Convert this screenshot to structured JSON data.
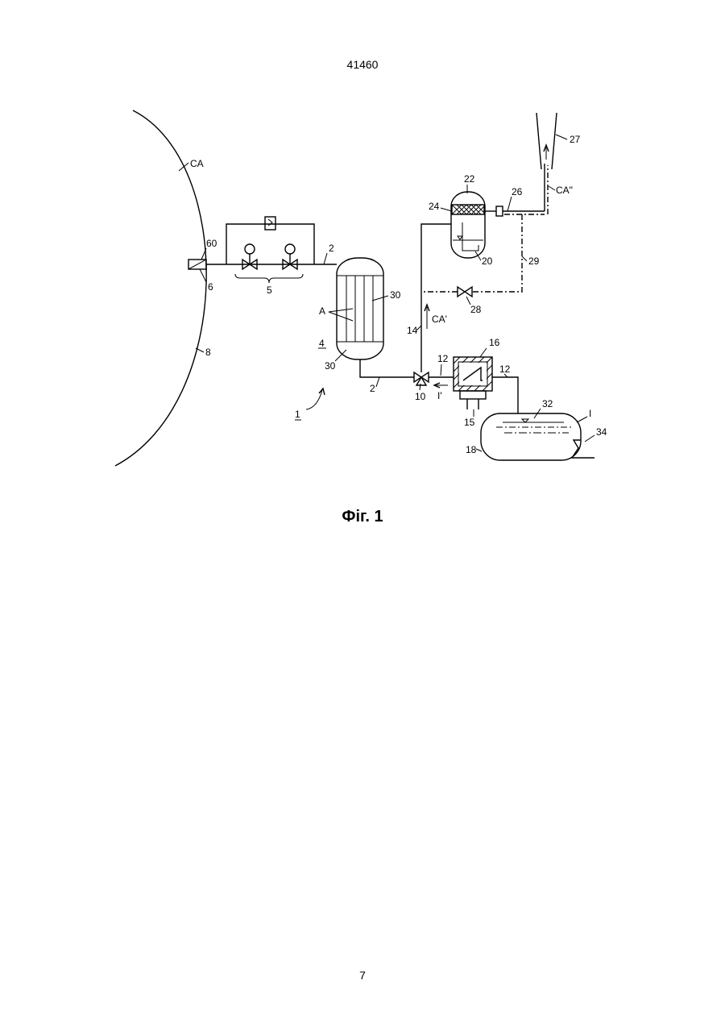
{
  "header": {
    "doc_number": "41460"
  },
  "figure": {
    "caption": "Фіг. 1",
    "labels": {
      "ca": "CA",
      "n60": "60",
      "n6": "6",
      "n8": "8",
      "n5": "5",
      "n2a": "2",
      "n2b": "2",
      "a": "A",
      "n30a": "30",
      "n30b": "30",
      "n4": "4",
      "n1": "1",
      "n10": "10",
      "n12a": "12",
      "n12b": "12",
      "i_prime": "I'",
      "n16": "16",
      "n15": "15",
      "n14": "14",
      "ca_prime": "CA'",
      "n28": "28",
      "n29": "29",
      "n22": "22",
      "n24": "24",
      "n20": "20",
      "n26": "26",
      "ca_dprime": "CA\"",
      "n27": "27",
      "n32": "32",
      "i": "I",
      "n34": "34",
      "n18": "18"
    }
  },
  "footer": {
    "page_number": "7"
  }
}
